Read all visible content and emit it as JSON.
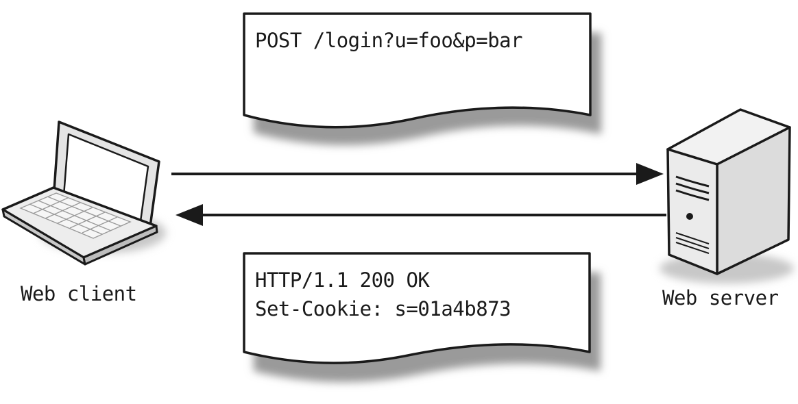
{
  "request_note": {
    "line1": "POST /login?u=foo&p=bar"
  },
  "response_note": {
    "line1": "HTTP/1.1 200 OK",
    "line2": "Set-Cookie: s=01a4b873"
  },
  "client": {
    "label": "Web client",
    "icon": "laptop-icon"
  },
  "server": {
    "label": "Web server",
    "icon": "server-tower-icon"
  },
  "colors": {
    "ink": "#1a1a1a",
    "paper": "#ffffff",
    "shadow": "#b8b8b8",
    "device_gray": "#d9d9d9"
  }
}
